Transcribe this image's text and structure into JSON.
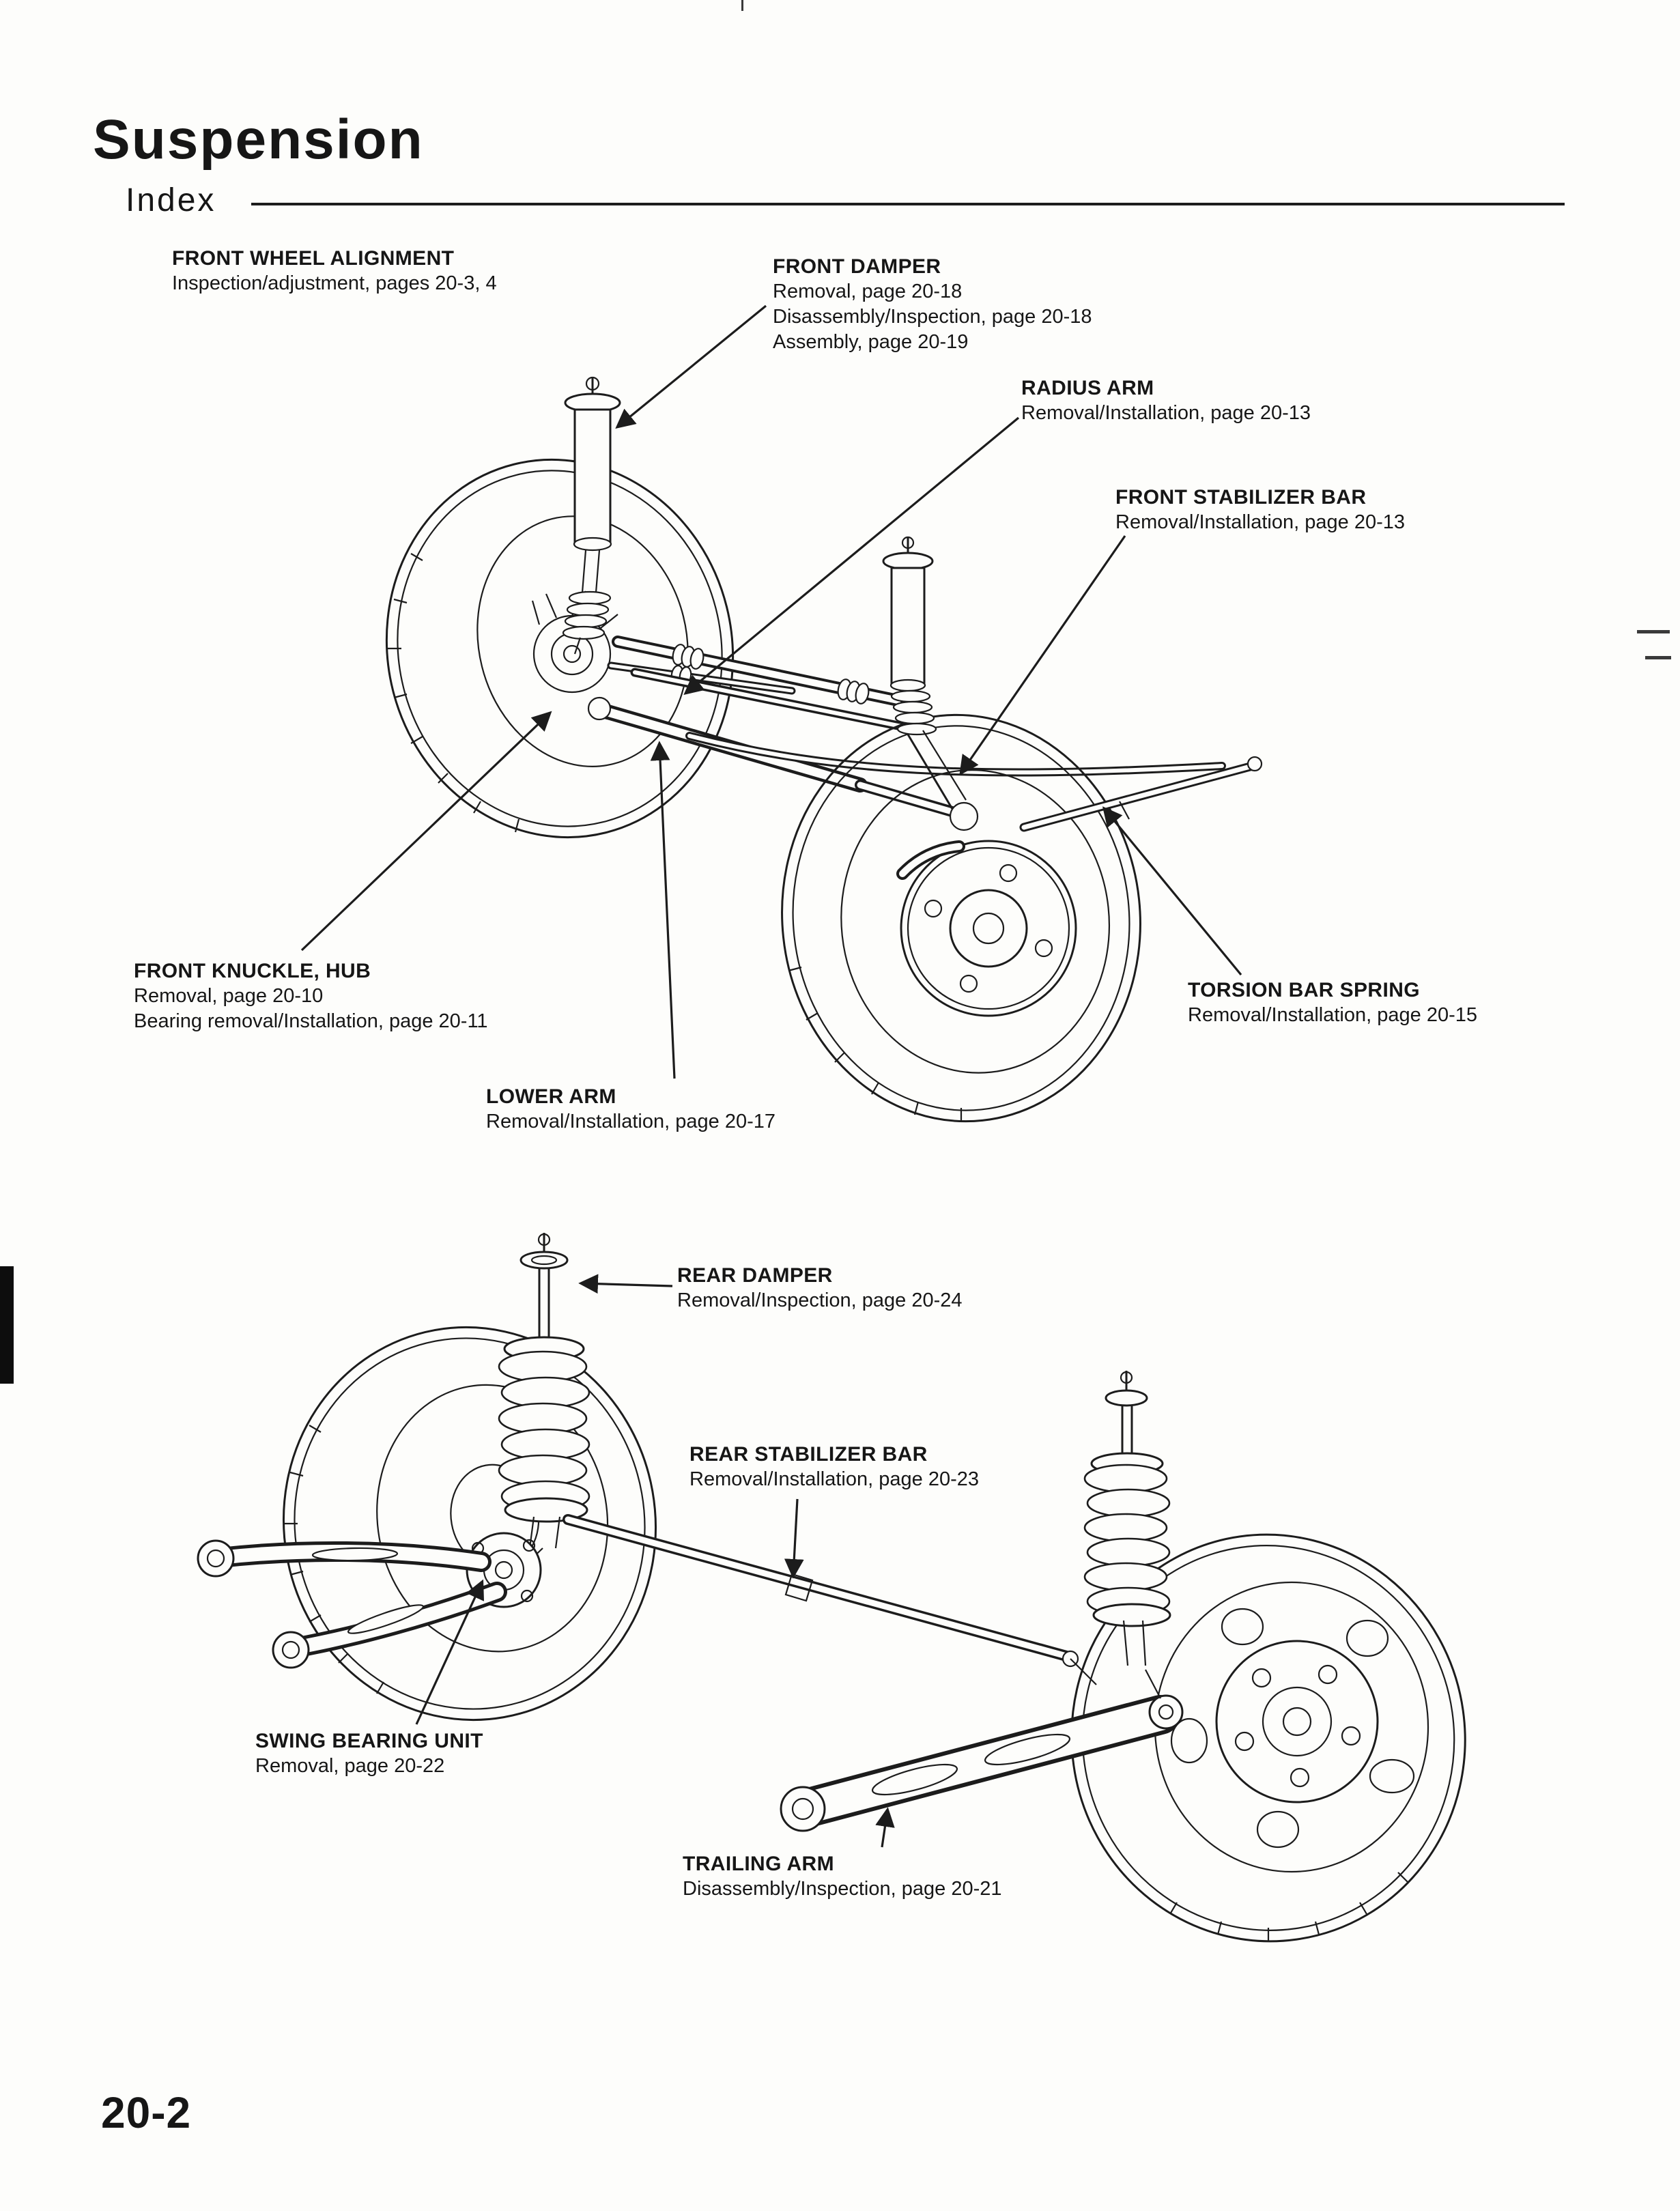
{
  "page": {
    "title": "Suspension",
    "section_label": "Index",
    "page_number": "20-2"
  },
  "colors": {
    "ink": "#1c1c1c",
    "paper": "#fdfdfb"
  },
  "callouts": [
    {
      "title": "FRONT WHEEL ALIGNMENT",
      "lines": [
        "Inspection/adjustment, pages 20-3, 4"
      ]
    },
    {
      "title": "FRONT DAMPER",
      "lines": [
        "Removal, page 20-18",
        "Disassembly/Inspection, page 20-18",
        "Assembly, page 20-19"
      ]
    },
    {
      "title": "RADIUS ARM",
      "lines": [
        "Removal/Installation, page 20-13"
      ]
    },
    {
      "title": "FRONT STABILIZER BAR",
      "lines": [
        "Removal/Installation, page 20-13"
      ]
    },
    {
      "title": "FRONT KNUCKLE, HUB",
      "lines": [
        "Removal, page 20-10",
        "Bearing removal/Installation, page 20-11"
      ]
    },
    {
      "title": "TORSION BAR SPRING",
      "lines": [
        "Removal/Installation, page 20-15"
      ]
    },
    {
      "title": "LOWER ARM",
      "lines": [
        "Removal/Installation, page 20-17"
      ]
    },
    {
      "title": "REAR DAMPER",
      "lines": [
        "Removal/Inspection, page 20-24"
      ]
    },
    {
      "title": "REAR STABILIZER BAR",
      "lines": [
        "Removal/Installation, page 20-23"
      ]
    },
    {
      "title": "SWING BEARING UNIT",
      "lines": [
        "Removal, page 20-22"
      ]
    },
    {
      "title": "TRAILING ARM",
      "lines": [
        "Disassembly/Inspection, page 20-21"
      ]
    }
  ]
}
